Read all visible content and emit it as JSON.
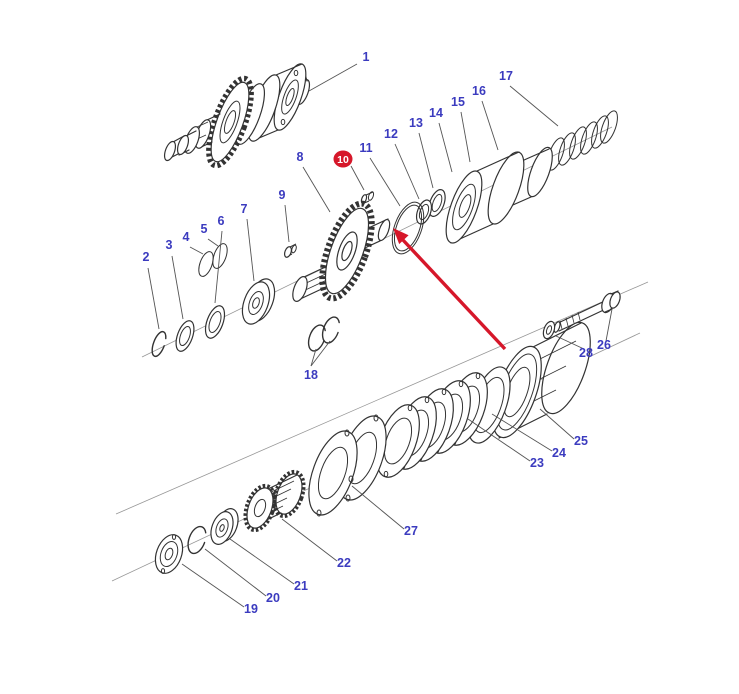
{
  "diagram": {
    "type": "exploded-parts-diagram",
    "description": "Exploded view parts diagram of a clutch and gear shaft assembly with numbered callouts",
    "background": "#ffffff",
    "line_color": "#333333",
    "leader_color": "#555555",
    "axis_color": "#979797",
    "label_color": "#3b3bbf",
    "highlight": {
      "label": "10",
      "badge_color": "#d6172a",
      "text_color": "#ffffff",
      "arrow_color": "#d6172a"
    },
    "callouts": [
      {
        "label": "1"
      },
      {
        "label": "2"
      },
      {
        "label": "3"
      },
      {
        "label": "4"
      },
      {
        "label": "5"
      },
      {
        "label": "6"
      },
      {
        "label": "7"
      },
      {
        "label": "8"
      },
      {
        "label": "9"
      },
      {
        "label": "10"
      },
      {
        "label": "11"
      },
      {
        "label": "12"
      },
      {
        "label": "13"
      },
      {
        "label": "14"
      },
      {
        "label": "15"
      },
      {
        "label": "16"
      },
      {
        "label": "17"
      },
      {
        "label": "18"
      },
      {
        "label": "19"
      },
      {
        "label": "20"
      },
      {
        "label": "21"
      },
      {
        "label": "22"
      },
      {
        "label": "23"
      },
      {
        "label": "24"
      },
      {
        "label": "25"
      },
      {
        "label": "26"
      },
      {
        "label": "27"
      },
      {
        "label": "28"
      }
    ]
  }
}
